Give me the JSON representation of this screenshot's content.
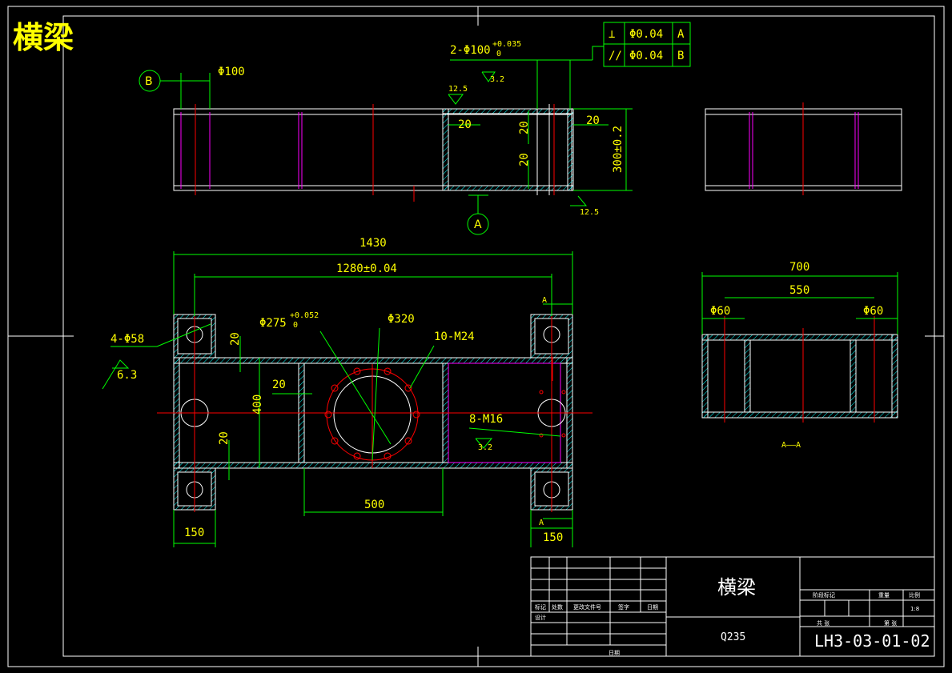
{
  "title_corner": "横梁",
  "colors": {
    "outline": "#ffffff",
    "dimension": "#00ff00",
    "text": "#ffff00",
    "center": "#ff0000",
    "hidden": "#ff00ff",
    "hatch": "#00ffff"
  },
  "top_view": {
    "datum_b": "B",
    "datum_a": "A",
    "dia100": "Φ100",
    "bores": "2-Φ100",
    "bores_tol_upper": "+0.035",
    "bores_tol_lower": "0",
    "rough_32": "3.2",
    "rough_125_top": "12.5",
    "rough_125_bottom": "12.5",
    "t20_left": "20",
    "t20_right": "20",
    "t20_mid_top": "20",
    "t20_mid_bottom": "20",
    "height": "300±0.2"
  },
  "tolerance_frame": {
    "row1": {
      "symbol": "⊥",
      "value": "Φ0.04",
      "datum": "A"
    },
    "row2": {
      "symbol": "//",
      "value": "Φ0.04",
      "datum": "B"
    }
  },
  "front_view": {
    "len_1430": "1430",
    "len_1280": "1280±0.04",
    "holes": "4-Φ58",
    "rough_63": "6.3",
    "dia275": "Φ275",
    "dia275_tol_upper": "+0.052",
    "dia275_tol_lower": "0",
    "dia320": "Φ320",
    "m24": "10-M24",
    "m16": "8-M16",
    "rough_32": "3.2",
    "t20_a": "20",
    "t20_b": "20",
    "t20_c": "20",
    "h400": "400",
    "w500": "500",
    "w150_left": "150",
    "w150_right": "150",
    "sec_a_top": "A",
    "sec_a_bottom": "A"
  },
  "section_view": {
    "w700": "700",
    "w550": "550",
    "d60_left": "Φ60",
    "d60_right": "Φ60",
    "label": "A——A"
  },
  "title_block": {
    "part_name": "横梁",
    "material": "Q235",
    "drawing_no": "LH3-03-01-02",
    "scale_value": "1:8",
    "h_mark": "标记",
    "h_count": "处数",
    "h_doc": "更改文件号",
    "h_sign": "签字",
    "h_date": "日期",
    "h_design": "设计",
    "h_date2": "日期",
    "h_stage": "阶段标记",
    "h_weight": "重量",
    "h_scale": "比例",
    "h_sheets": "共 张",
    "h_sheet": "第 张"
  }
}
